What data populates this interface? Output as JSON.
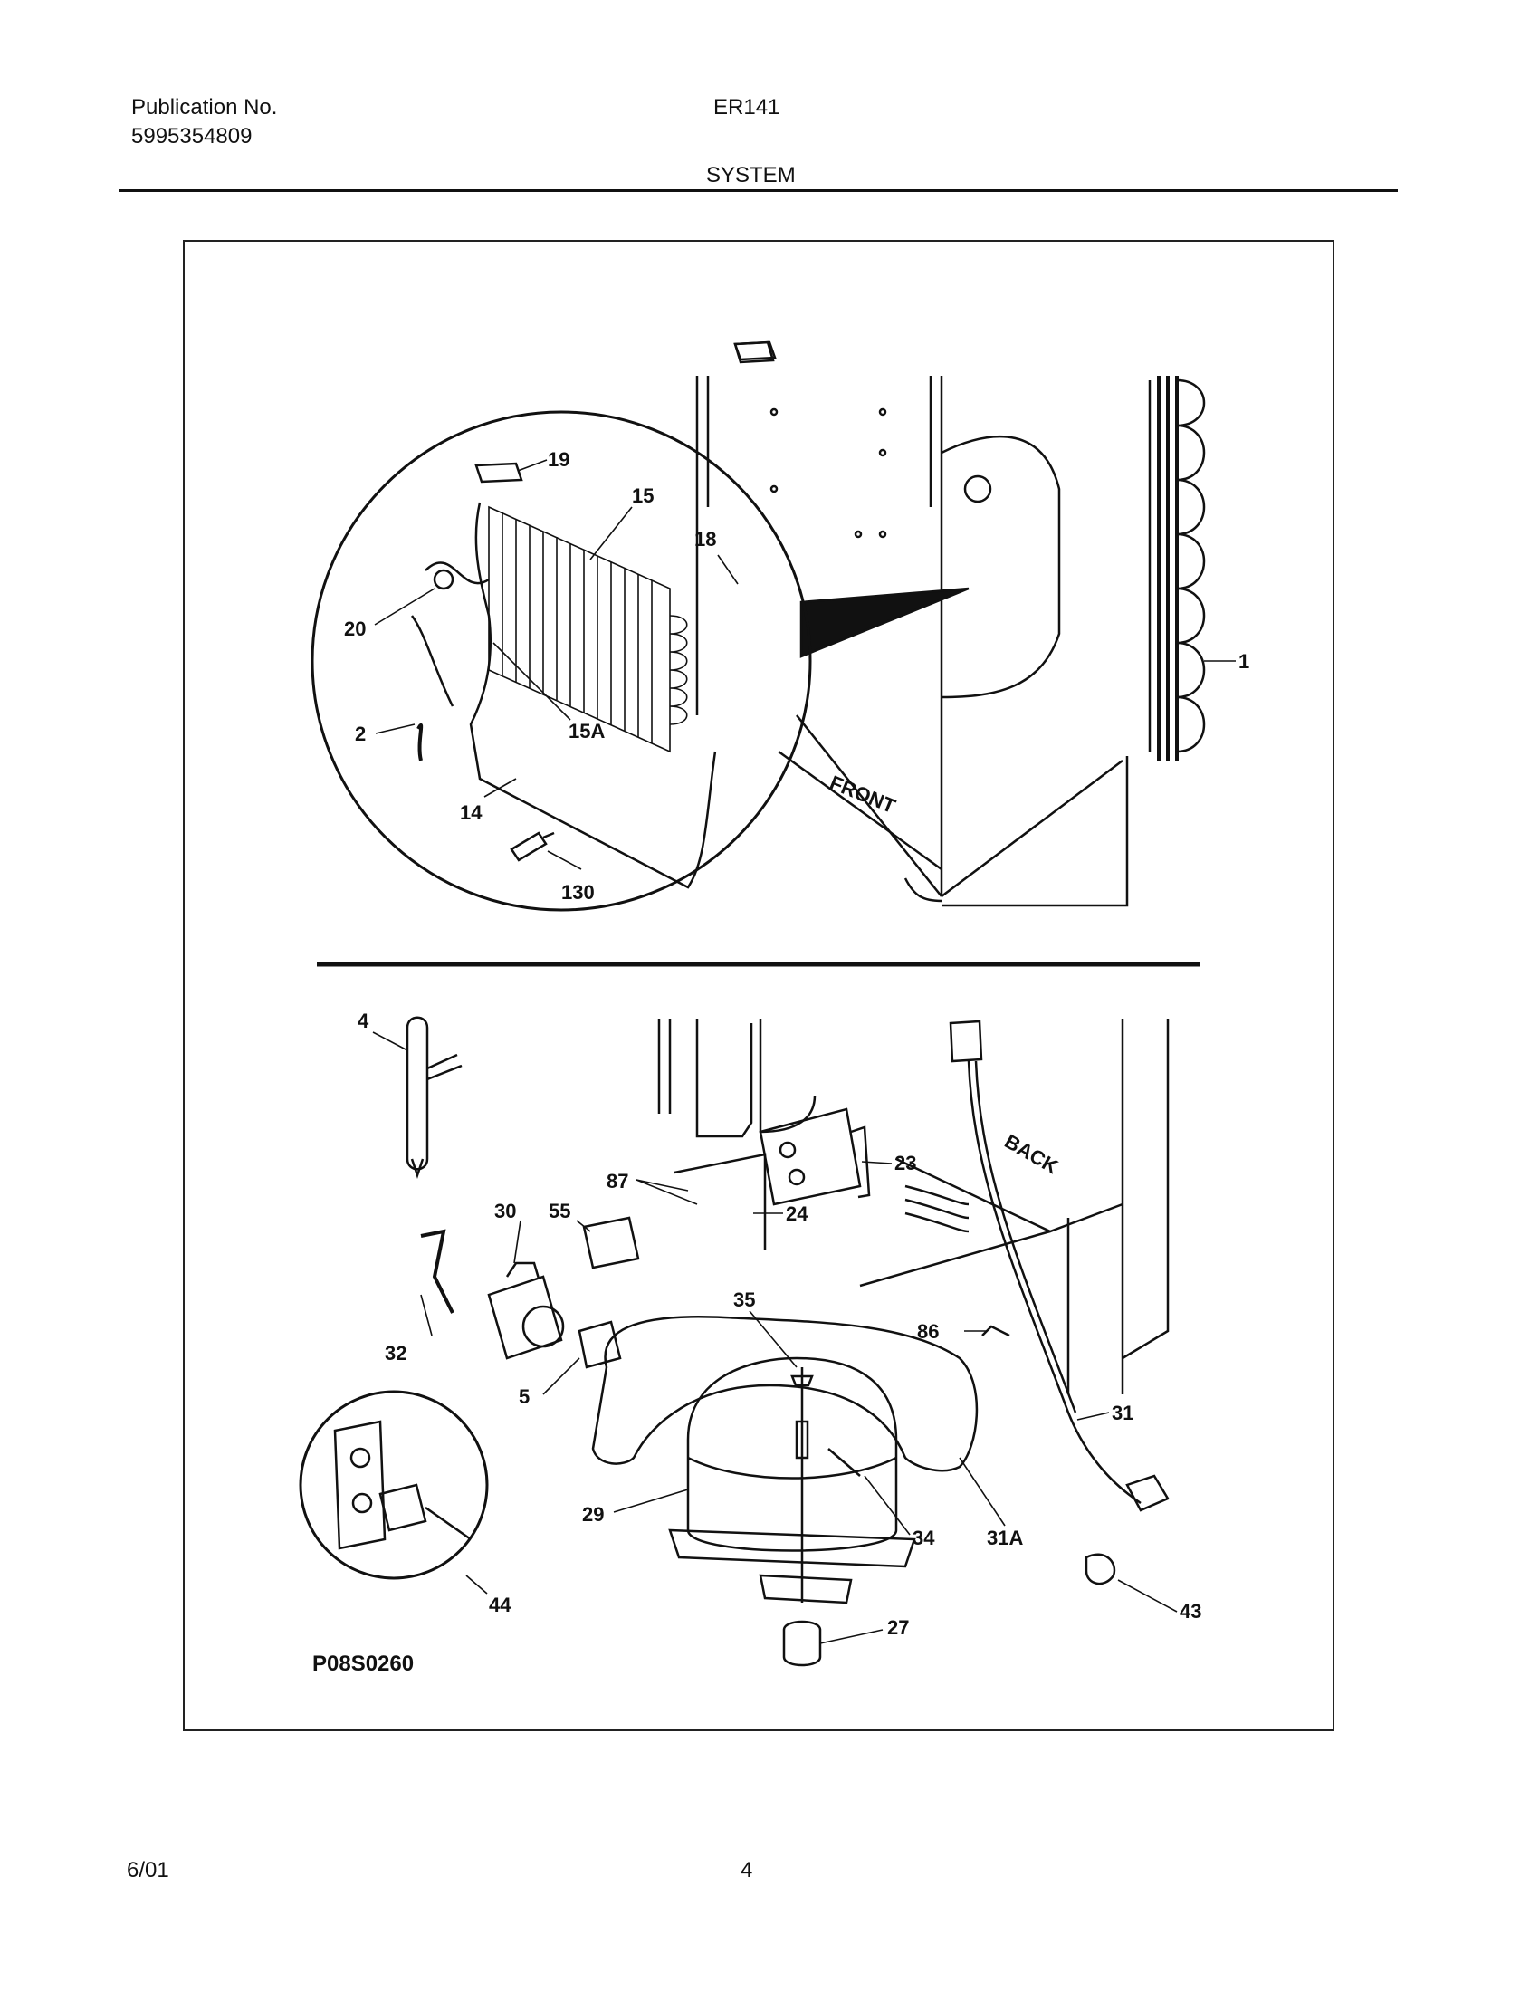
{
  "header": {
    "publication_label": "Publication No.",
    "publication_number": "5995354809",
    "model": "ER141",
    "section": "SYSTEM"
  },
  "diagram": {
    "callouts": [
      "19",
      "15",
      "18",
      "20",
      "1",
      "2",
      "15A",
      "14",
      "130",
      "4",
      "23",
      "87",
      "30",
      "55",
      "24",
      "35",
      "86",
      "32",
      "31",
      "5",
      "29",
      "34",
      "31A",
      "44",
      "43",
      "27"
    ],
    "stencils": {
      "front": "FRONT",
      "back": "BACK"
    },
    "drawing_code": "P08S0260"
  },
  "footer": {
    "date": "6/01",
    "page": "4"
  }
}
